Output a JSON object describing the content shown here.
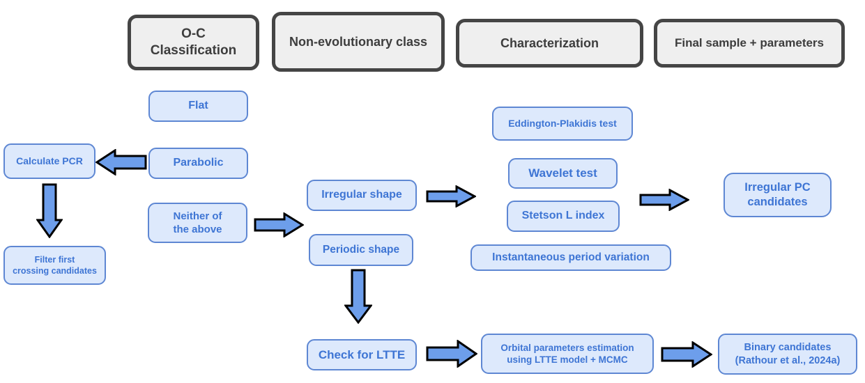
{
  "colors": {
    "header_fill": "#efefef",
    "header_border": "#454545",
    "header_text": "#3d3d3d",
    "node_fill": "#dde9fc",
    "node_border": "#5e87d3",
    "node_text": "#3e75d4",
    "arrow_fill": "#6d9eeb",
    "arrow_outline": "#000000"
  },
  "headers": {
    "oc_classification": "O-C\nClassification",
    "non_evolutionary": "Non-evolutionary class",
    "characterization": "Characterization",
    "final_sample": "Final sample + parameters"
  },
  "nodes": {
    "flat": "Flat",
    "calculate_pcr": "Calculate PCR",
    "parabolic": "Parabolic",
    "neither": "Neither of\nthe above",
    "filter_first": "Filter first\ncrossing candidates",
    "irregular_shape": "Irregular shape",
    "periodic_shape": "Periodic shape",
    "eddington": "Eddington-Plakidis test",
    "wavelet": "Wavelet test",
    "stetson": "Stetson L index",
    "instantaneous": "Instantaneous period variation",
    "irregular_pc": "Irregular PC\ncandidates",
    "check_ltte": "Check for LTTE",
    "orbital": "Orbital parameters estimation\nusing LTTE model + MCMC",
    "binary": "Binary candidates\n(Rathour et al., 2024a)"
  },
  "arrows": [
    {
      "name": "arrow-parabolic-to-calculate-pcr",
      "direction": "left"
    },
    {
      "name": "arrow-calculate-pcr-to-filter-first",
      "direction": "down"
    },
    {
      "name": "arrow-neither-to-shape-classes",
      "direction": "right"
    },
    {
      "name": "arrow-irregular-shape-to-characterization",
      "direction": "right"
    },
    {
      "name": "arrow-characterization-to-irregular-pc",
      "direction": "right"
    },
    {
      "name": "arrow-periodic-shape-to-check-ltte",
      "direction": "down"
    },
    {
      "name": "arrow-check-ltte-to-orbital",
      "direction": "right"
    },
    {
      "name": "arrow-orbital-to-binary",
      "direction": "right"
    }
  ]
}
